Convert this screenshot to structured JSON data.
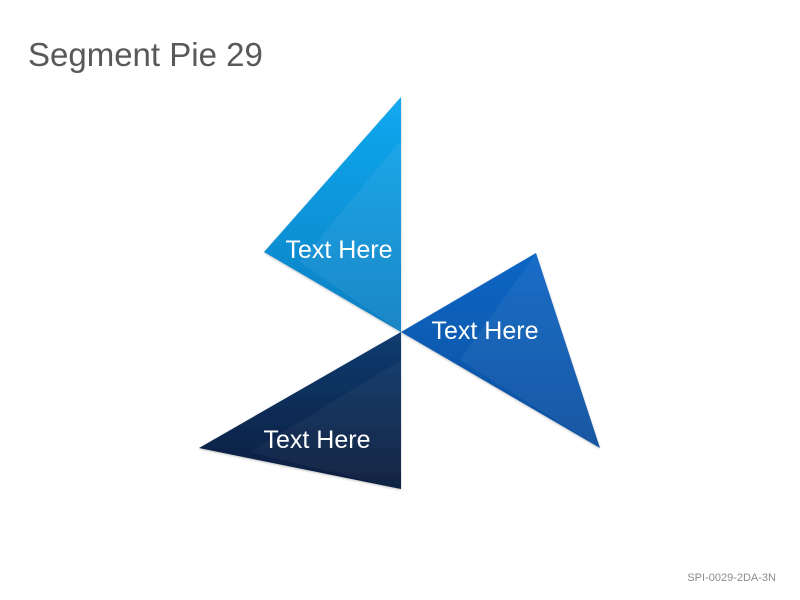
{
  "page": {
    "title": "Segment Pie 29",
    "footer_code": "SPI-0029-2DA-3N"
  },
  "segments": [
    {
      "label": "Text Here",
      "color": "#0ea5e9"
    },
    {
      "label": "Text Here",
      "color": "#0a5bb4"
    },
    {
      "label": "Text Here",
      "color": "#0b2d5c"
    }
  ]
}
